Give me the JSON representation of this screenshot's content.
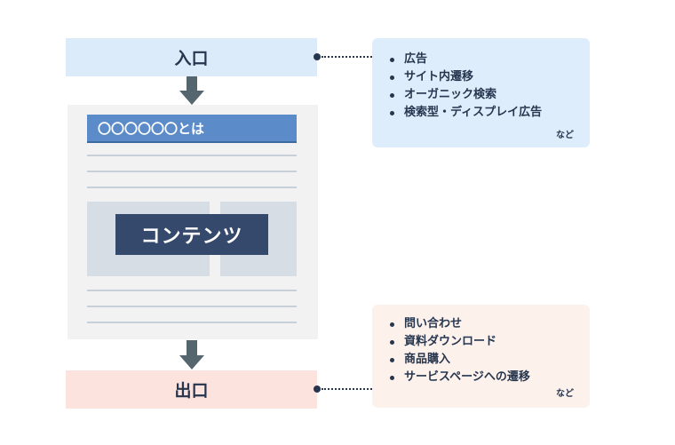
{
  "entry": {
    "label": "入口"
  },
  "exit": {
    "label": "出口"
  },
  "page_mock": {
    "title": "〇〇〇〇〇〇とは",
    "content_label": "コンテンツ"
  },
  "entry_sources": {
    "items": [
      "広告",
      "サイト内遷移",
      "オーガニック検索",
      "検索型・ディスプレイ広告"
    ],
    "etc": "など"
  },
  "exit_actions": {
    "items": [
      "問い合わせ",
      "資料ダウンロード",
      "商品購入",
      "サービスページへの遷移"
    ],
    "etc": "など"
  },
  "colors": {
    "entry_bg": "#dcebf9",
    "exit_bg": "#fde3dd",
    "title_bar": "#5b8cc9",
    "content_label_bg": "#34496b",
    "arrow": "#55666f",
    "info_top_bg": "#deedfb",
    "info_bottom_bg": "#fdf1ec"
  }
}
